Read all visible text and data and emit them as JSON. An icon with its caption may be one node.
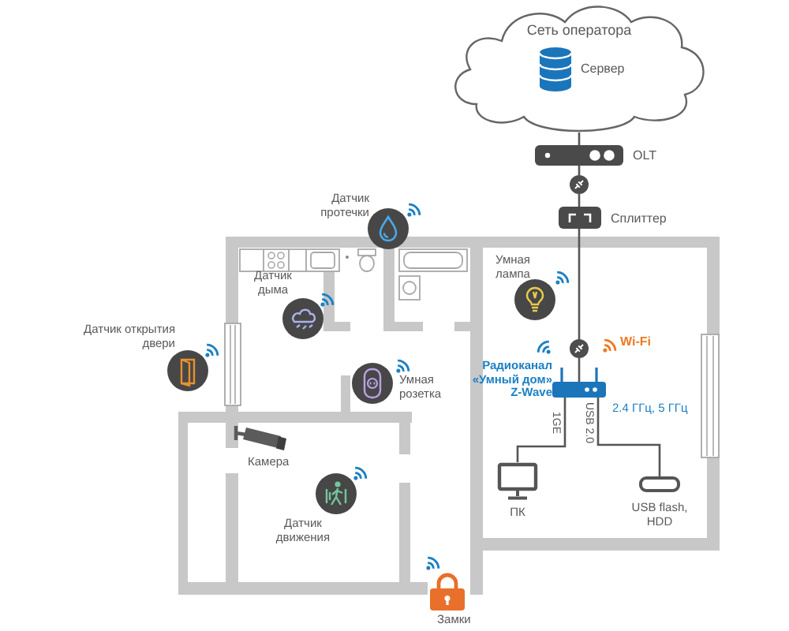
{
  "diagram": {
    "nodes": [
      {
        "text": [
          "Сеть оператора"
        ]
      },
      {
        "text": [
          "Сервер"
        ],
        "in": 0
      },
      {
        "text": [
          "OLT"
        ]
      },
      {
        "text": [],
        "shape": "circle"
      },
      {
        "text": [
          "Сплиттер"
        ]
      },
      {
        "text": [],
        "shape": "circle"
      },
      {
        "text": [],
        "shape": "picture",
        "beside": [
          "Wi-Fi",
          "Радиоканал «Умный дом» Z-Wave",
          "2.4 ГГц, 5 ГГц"
        ]
      },
      {
        "text": [
          "ПК"
        ]
      },
      {
        "text": [
          "USB flash, HDD"
        ]
      }
    ],
    "edges": [
      {
        "from": 0,
        "to": 2,
        "arrow": "none"
      },
      {
        "from": 2,
        "to": 3,
        "arrow": "none"
      },
      {
        "from": 3,
        "to": 4,
        "arrow": "none"
      },
      {
        "from": 4,
        "to": 5,
        "arrow": "none"
      },
      {
        "from": 5,
        "to": 6,
        "arrow": "none"
      },
      {
        "from": 6,
        "to": 7,
        "arrow": "none",
        "label": "1GE"
      },
      {
        "from": 6,
        "to": 8,
        "arrow": "none",
        "label": "USB 2.0"
      }
    ],
    "labels": [
      "Датчик протечки",
      "Умная лампа",
      "Датчик дыма",
      "Датчик открытия двери",
      "Умная розетка",
      "Камера",
      "Датчик движения",
      "Замки"
    ]
  }
}
